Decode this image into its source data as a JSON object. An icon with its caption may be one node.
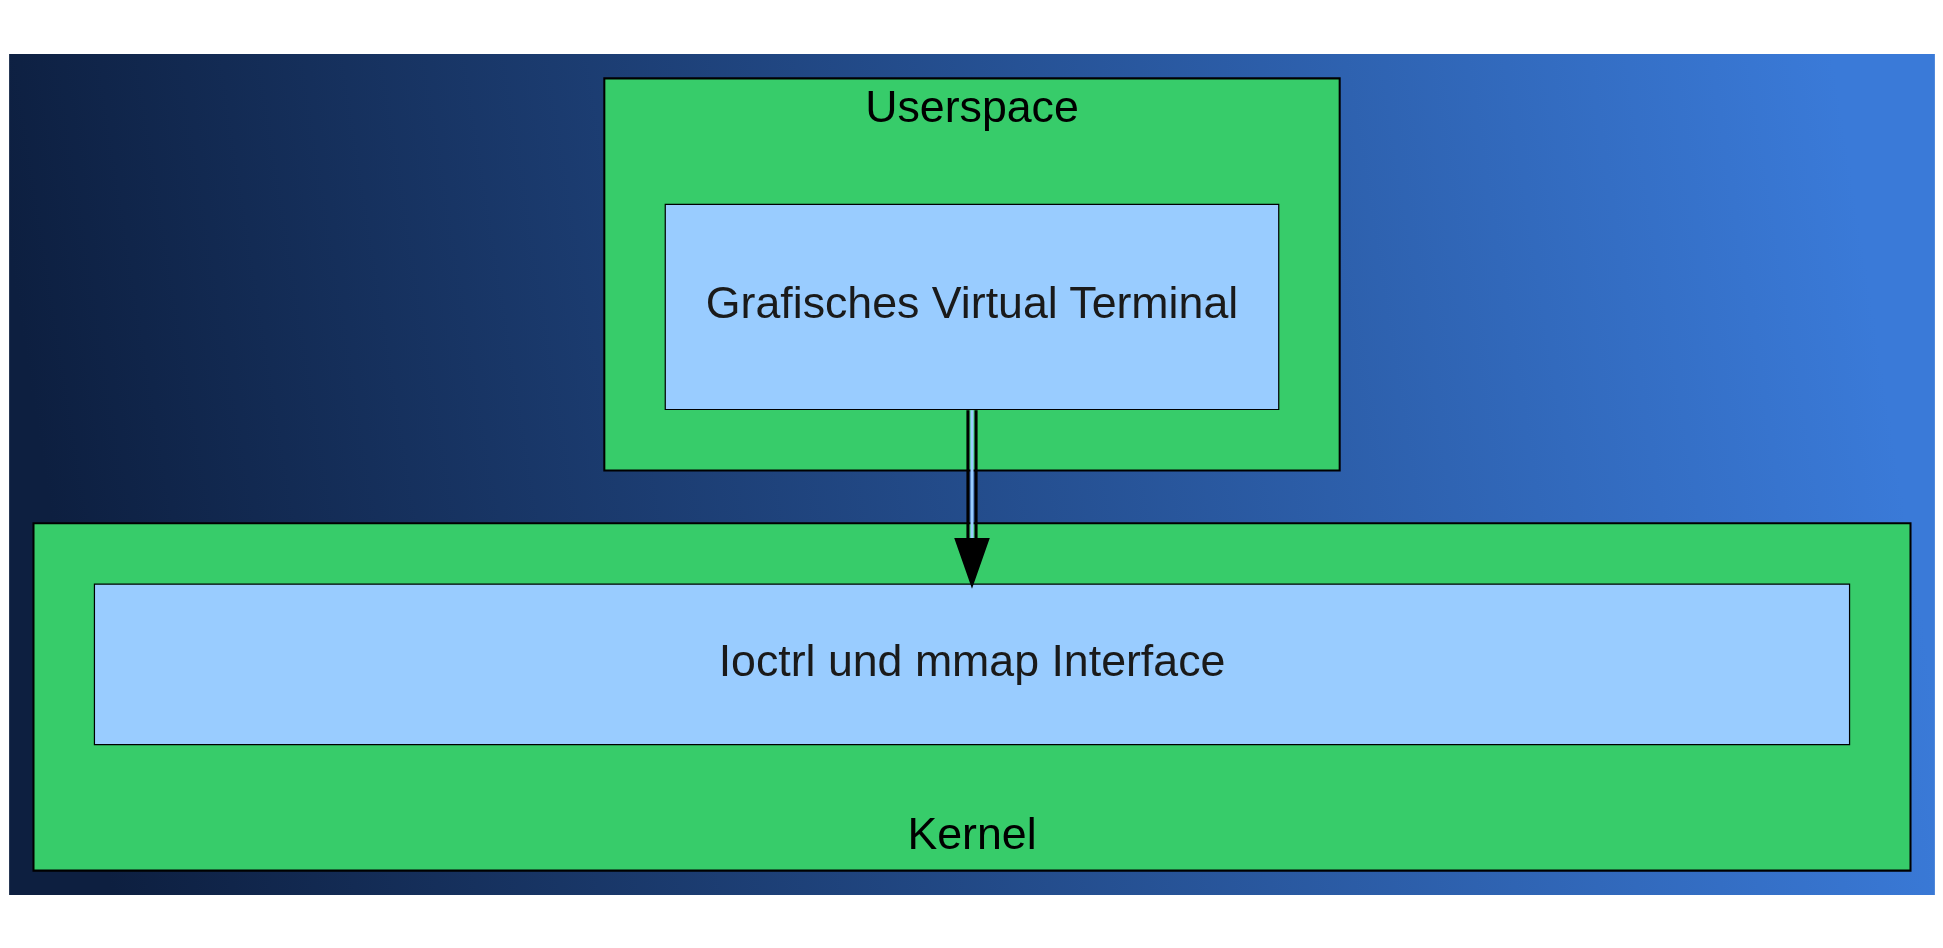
{
  "diagram": {
    "nodes": [
      {
        "text": [
          "Userspace"
        ]
      },
      {
        "text": [
          "Grafisches Virtual Terminal"
        ],
        "in": 0
      },
      {
        "text": [
          "Kernel"
        ]
      },
      {
        "text": [
          "Ioctrl und mmap Interface"
        ],
        "in": 2
      }
    ],
    "edges": [
      {
        "from": 1,
        "to": 3,
        "arrow": "to"
      }
    ]
  }
}
